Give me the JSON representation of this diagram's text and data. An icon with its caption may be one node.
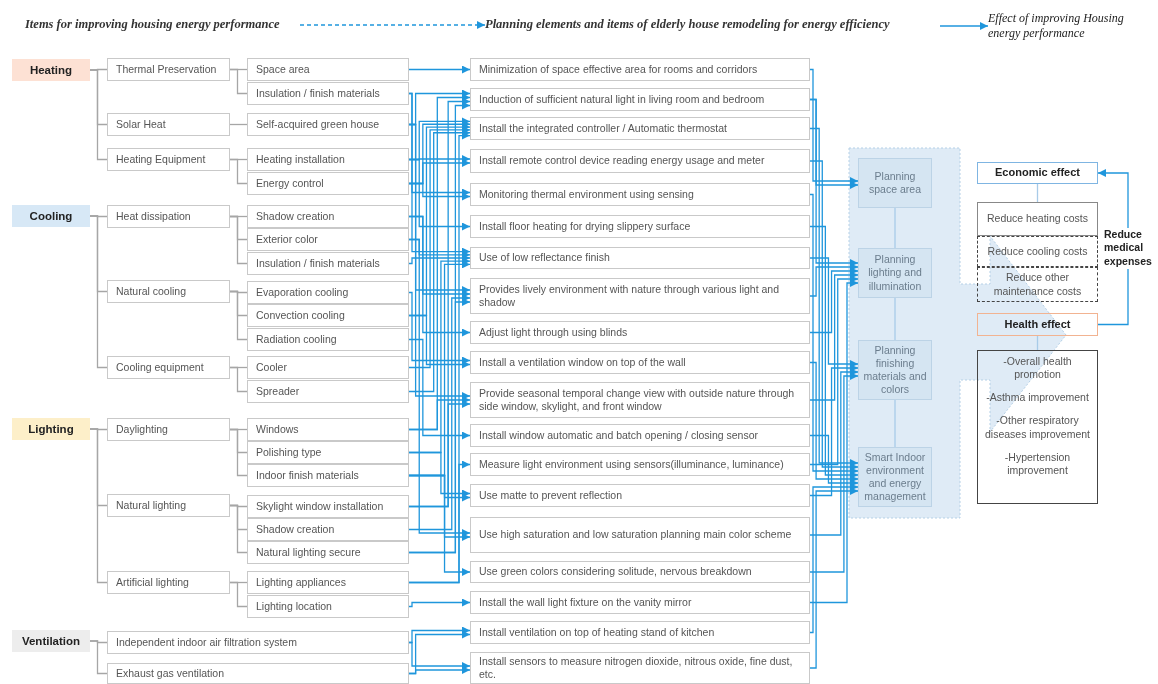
{
  "diagram": {
    "nodes": [
      {
        "text": [
          "Items for improving housing energy performance"
        ]
      },
      {
        "text": [
          "Planning elements and items of elderly house remodeling for energy efficiency"
        ]
      },
      {
        "text": [
          "Effect of improving Housing energy performance"
        ]
      },
      {
        "text": [
          "Heating"
        ]
      },
      {
        "text": [
          "Thermal Preservation"
        ]
      },
      {
        "text": [
          "Space area"
        ]
      },
      {
        "text": [
          "Insulation / finish materials"
        ]
      },
      {
        "text": [
          "Solar Heat"
        ]
      },
      {
        "text": [
          "Self-acquired green house"
        ]
      },
      {
        "text": [
          "Heating Equipment"
        ]
      },
      {
        "text": [
          "Heating installation"
        ]
      },
      {
        "text": [
          "Energy control"
        ]
      },
      {
        "text": [
          "Cooling"
        ]
      },
      {
        "text": [
          "Heat dissipation"
        ]
      },
      {
        "text": [
          "Shadow creation"
        ]
      },
      {
        "text": [
          "Exterior color"
        ]
      },
      {
        "text": [
          "Insulation / finish materials"
        ]
      },
      {
        "text": [
          "Natural cooling"
        ]
      },
      {
        "text": [
          "Evaporation cooling"
        ]
      },
      {
        "text": [
          "Convection cooling"
        ]
      },
      {
        "text": [
          "Radiation cooling"
        ]
      },
      {
        "text": [
          "Cooling equipment"
        ]
      },
      {
        "text": [
          "Cooler"
        ]
      },
      {
        "text": [
          "Spreader"
        ]
      },
      {
        "text": [
          "Lighting"
        ]
      },
      {
        "text": [
          "Daylighting"
        ]
      },
      {
        "text": [
          "Windows"
        ]
      },
      {
        "text": [
          "Polishing type"
        ]
      },
      {
        "text": [
          "Indoor finish materials"
        ]
      },
      {
        "text": [
          "Natural lighting"
        ]
      },
      {
        "text": [
          "Skylight window installation"
        ]
      },
      {
        "text": [
          "Shadow creation"
        ]
      },
      {
        "text": [
          "Natural lighting secure"
        ]
      },
      {
        "text": [
          "Artificial lighting"
        ]
      },
      {
        "text": [
          "Lighting appliances"
        ]
      },
      {
        "text": [
          "Lighting location"
        ]
      },
      {
        "text": [
          "Ventilation"
        ]
      },
      {
        "text": [
          "Independent indoor air filtration system"
        ]
      },
      {
        "text": [
          "Exhaust gas ventilation"
        ]
      },
      {
        "text": [
          "Minimization of space effective area for rooms and corridors"
        ]
      },
      {
        "text": [
          "Induction of sufficient natural light in living room and bedroom"
        ]
      },
      {
        "text": [
          "Install the integrated controller / Automatic thermostat"
        ]
      },
      {
        "text": [
          "Install remote control device reading energy usage and meter"
        ]
      },
      {
        "text": [
          "Monitoring thermal environment using sensing"
        ]
      },
      {
        "text": [
          "Install floor heating for drying slippery surface"
        ]
      },
      {
        "text": [
          "Use of low reflectance finish"
        ]
      },
      {
        "text": [
          "Provides lively environment with nature through various light and shadow"
        ]
      },
      {
        "text": [
          "Adjust light through using blinds"
        ]
      },
      {
        "text": [
          "Install a ventilation window on top of the wall"
        ]
      },
      {
        "text": [
          "Provide seasonal temporal change view with outside nature through side window, skylight, and front window"
        ]
      },
      {
        "text": [
          "Install window automatic and batch opening / closing sensor"
        ]
      },
      {
        "text": [
          "Measure light environment using sensors(illuminance, luminance)"
        ]
      },
      {
        "text": [
          "Use matte to prevent reflection"
        ]
      },
      {
        "text": [
          "Use high saturation and low saturation planning main color scheme"
        ]
      },
      {
        "text": [
          "Use green colors considering solitude, nervous breakdown"
        ]
      },
      {
        "text": [
          "Install the wall light fixture on the vanity mirror"
        ]
      },
      {
        "text": [
          "Install ventilation on top of heating stand of kitchen"
        ]
      },
      {
        "text": [
          "Install sensors to measure nitrogen dioxide, nitrous oxide, fine dust, etc."
        ]
      },
      {
        "text": [
          "Planning space area"
        ]
      },
      {
        "text": [
          "Planning lighting and illumination"
        ]
      },
      {
        "text": [
          "Planning finishing materials and colors"
        ]
      },
      {
        "text": [
          "Smart Indoor environment and energy management"
        ]
      },
      {
        "text": [
          "Economic effect"
        ]
      },
      {
        "text": [
          "Reduce heating costs"
        ]
      },
      {
        "text": [
          "Reduce cooling costs"
        ]
      },
      {
        "text": [
          "Reduce other maintenance costs"
        ]
      },
      {
        "text": [
          "Health effect"
        ]
      },
      {
        "text": [
          "-Overall health promotion",
          "-Asthma improvement",
          "-Other respiratory diseases improvement",
          "-Hypertension improvement"
        ]
      }
    ],
    "edges": [
      {
        "from": 0,
        "to": 1,
        "arrow": "to",
        "style": "dashed"
      },
      {
        "from": 1,
        "to": 2,
        "arrow": "to"
      },
      {
        "from": 3,
        "to": 4,
        "arrow": "none",
        "color": "#a6a6a6"
      },
      {
        "from": 3,
        "to": 7,
        "arrow": "none",
        "color": "#a6a6a6"
      },
      {
        "from": 3,
        "to": 9,
        "arrow": "none",
        "color": "#a6a6a6"
      },
      {
        "from": 4,
        "to": 5,
        "arrow": "none",
        "color": "#a6a6a6"
      },
      {
        "from": 4,
        "to": 6,
        "arrow": "none",
        "color": "#a6a6a6"
      },
      {
        "from": 7,
        "to": 8,
        "arrow": "none",
        "color": "#a6a6a6"
      },
      {
        "from": 9,
        "to": 10,
        "arrow": "none",
        "color": "#a6a6a6"
      },
      {
        "from": 9,
        "to": 11,
        "arrow": "none",
        "color": "#a6a6a6"
      },
      {
        "from": 12,
        "to": 13,
        "arrow": "none",
        "color": "#a6a6a6"
      },
      {
        "from": 12,
        "to": 17,
        "arrow": "none",
        "color": "#a6a6a6"
      },
      {
        "from": 12,
        "to": 21,
        "arrow": "none",
        "color": "#a6a6a6"
      },
      {
        "from": 13,
        "to": 14,
        "arrow": "none",
        "color": "#a6a6a6"
      },
      {
        "from": 13,
        "to": 15,
        "arrow": "none",
        "color": "#a6a6a6"
      },
      {
        "from": 13,
        "to": 16,
        "arrow": "none",
        "color": "#a6a6a6"
      },
      {
        "from": 17,
        "to": 18,
        "arrow": "none",
        "color": "#a6a6a6"
      },
      {
        "from": 17,
        "to": 19,
        "arrow": "none",
        "color": "#a6a6a6"
      },
      {
        "from": 17,
        "to": 20,
        "arrow": "none",
        "color": "#a6a6a6"
      },
      {
        "from": 21,
        "to": 22,
        "arrow": "none",
        "color": "#a6a6a6"
      },
      {
        "from": 21,
        "to": 23,
        "arrow": "none",
        "color": "#a6a6a6"
      },
      {
        "from": 24,
        "to": 25,
        "arrow": "none",
        "color": "#a6a6a6"
      },
      {
        "from": 24,
        "to": 29,
        "arrow": "none",
        "color": "#a6a6a6"
      },
      {
        "from": 24,
        "to": 33,
        "arrow": "none",
        "color": "#a6a6a6"
      },
      {
        "from": 25,
        "to": 26,
        "arrow": "none",
        "color": "#a6a6a6"
      },
      {
        "from": 25,
        "to": 27,
        "arrow": "none",
        "color": "#a6a6a6"
      },
      {
        "from": 25,
        "to": 28,
        "arrow": "none",
        "color": "#a6a6a6"
      },
      {
        "from": 29,
        "to": 30,
        "arrow": "none",
        "color": "#a6a6a6"
      },
      {
        "from": 29,
        "to": 31,
        "arrow": "none",
        "color": "#a6a6a6"
      },
      {
        "from": 29,
        "to": 32,
        "arrow": "none",
        "color": "#a6a6a6"
      },
      {
        "from": 33,
        "to": 34,
        "arrow": "none",
        "color": "#a6a6a6"
      },
      {
        "from": 33,
        "to": 35,
        "arrow": "none",
        "color": "#a6a6a6"
      },
      {
        "from": 36,
        "to": 37,
        "arrow": "none",
        "color": "#a6a6a6"
      },
      {
        "from": 36,
        "to": 38,
        "arrow": "none",
        "color": "#a6a6a6"
      },
      {
        "from": 5,
        "to": 39,
        "arrow": "to"
      },
      {
        "from": 8,
        "to": 40,
        "arrow": "to"
      },
      {
        "from": 26,
        "to": 40,
        "arrow": "to"
      },
      {
        "from": 30,
        "to": 40,
        "arrow": "to"
      },
      {
        "from": 32,
        "to": 40,
        "arrow": "to"
      },
      {
        "from": 10,
        "to": 41,
        "arrow": "to"
      },
      {
        "from": 11,
        "to": 41,
        "arrow": "to"
      },
      {
        "from": 19,
        "to": 41,
        "arrow": "to"
      },
      {
        "from": 22,
        "to": 41,
        "arrow": "to"
      },
      {
        "from": 23,
        "to": 41,
        "arrow": "to"
      },
      {
        "from": 34,
        "to": 41,
        "arrow": "to"
      },
      {
        "from": 10,
        "to": 42,
        "arrow": "to"
      },
      {
        "from": 11,
        "to": 42,
        "arrow": "to"
      },
      {
        "from": 11,
        "to": 43,
        "arrow": "to"
      },
      {
        "from": 6,
        "to": 43,
        "arrow": "to"
      },
      {
        "from": 10,
        "to": 44,
        "arrow": "to"
      },
      {
        "from": 6,
        "to": 45,
        "arrow": "to"
      },
      {
        "from": 15,
        "to": 45,
        "arrow": "to"
      },
      {
        "from": 16,
        "to": 45,
        "arrow": "to"
      },
      {
        "from": 27,
        "to": 45,
        "arrow": "to"
      },
      {
        "from": 28,
        "to": 45,
        "arrow": "to"
      },
      {
        "from": 14,
        "to": 46,
        "arrow": "to"
      },
      {
        "from": 8,
        "to": 46,
        "arrow": "to"
      },
      {
        "from": 31,
        "to": 46,
        "arrow": "to"
      },
      {
        "from": 32,
        "to": 46,
        "arrow": "to"
      },
      {
        "from": 14,
        "to": 47,
        "arrow": "to"
      },
      {
        "from": 19,
        "to": 48,
        "arrow": "to"
      },
      {
        "from": 18,
        "to": 48,
        "arrow": "to"
      },
      {
        "from": 26,
        "to": 49,
        "arrow": "to"
      },
      {
        "from": 30,
        "to": 49,
        "arrow": "to"
      },
      {
        "from": 8,
        "to": 49,
        "arrow": "to"
      },
      {
        "from": 20,
        "to": 50,
        "arrow": "to"
      },
      {
        "from": 34,
        "to": 51,
        "arrow": "to"
      },
      {
        "from": 27,
        "to": 52,
        "arrow": "to"
      },
      {
        "from": 28,
        "to": 52,
        "arrow": "to"
      },
      {
        "from": 15,
        "to": 53,
        "arrow": "to"
      },
      {
        "from": 28,
        "to": 53,
        "arrow": "to"
      },
      {
        "from": 28,
        "to": 54,
        "arrow": "to"
      },
      {
        "from": 35,
        "to": 55,
        "arrow": "to"
      },
      {
        "from": 37,
        "to": 56,
        "arrow": "to"
      },
      {
        "from": 38,
        "to": 56,
        "arrow": "to"
      },
      {
        "from": 37,
        "to": 57,
        "arrow": "to"
      },
      {
        "from": 38,
        "to": 57,
        "arrow": "to"
      },
      {
        "from": 39,
        "to": 58,
        "arrow": "to"
      },
      {
        "from": 40,
        "to": 58,
        "arrow": "to"
      },
      {
        "from": 40,
        "to": 59,
        "arrow": "to"
      },
      {
        "from": 46,
        "to": 59,
        "arrow": "to"
      },
      {
        "from": 47,
        "to": 59,
        "arrow": "to"
      },
      {
        "from": 49,
        "to": 59,
        "arrow": "to"
      },
      {
        "from": 51,
        "to": 59,
        "arrow": "to"
      },
      {
        "from": 55,
        "to": 59,
        "arrow": "to"
      },
      {
        "from": 45,
        "to": 60,
        "arrow": "to"
      },
      {
        "from": 52,
        "to": 60,
        "arrow": "to"
      },
      {
        "from": 53,
        "to": 60,
        "arrow": "to"
      },
      {
        "from": 54,
        "to": 60,
        "arrow": "to"
      },
      {
        "from": 41,
        "to": 61,
        "arrow": "to"
      },
      {
        "from": 42,
        "to": 61,
        "arrow": "to"
      },
      {
        "from": 43,
        "to": 61,
        "arrow": "to"
      },
      {
        "from": 44,
        "to": 61,
        "arrow": "to"
      },
      {
        "from": 48,
        "to": 61,
        "arrow": "to"
      },
      {
        "from": 50,
        "to": 61,
        "arrow": "to"
      },
      {
        "from": 56,
        "to": 61,
        "arrow": "to"
      },
      {
        "from": 57,
        "to": 61,
        "arrow": "to"
      },
      {
        "from": 58,
        "to": 59,
        "arrow": "none",
        "color": "#a8cbe8"
      },
      {
        "from": 59,
        "to": 60,
        "arrow": "none",
        "color": "#a8cbe8"
      },
      {
        "from": 60,
        "to": 61,
        "arrow": "none",
        "color": "#a8cbe8"
      },
      {
        "from": 62,
        "to": 63,
        "arrow": "none",
        "color": "#a8cbe8"
      },
      {
        "from": 66,
        "to": 67,
        "arrow": "none",
        "color": "#a8cbe8"
      },
      {
        "from": 66,
        "to": 62,
        "arrow": "to",
        "label": "Reduce medical expenses"
      }
    ]
  }
}
